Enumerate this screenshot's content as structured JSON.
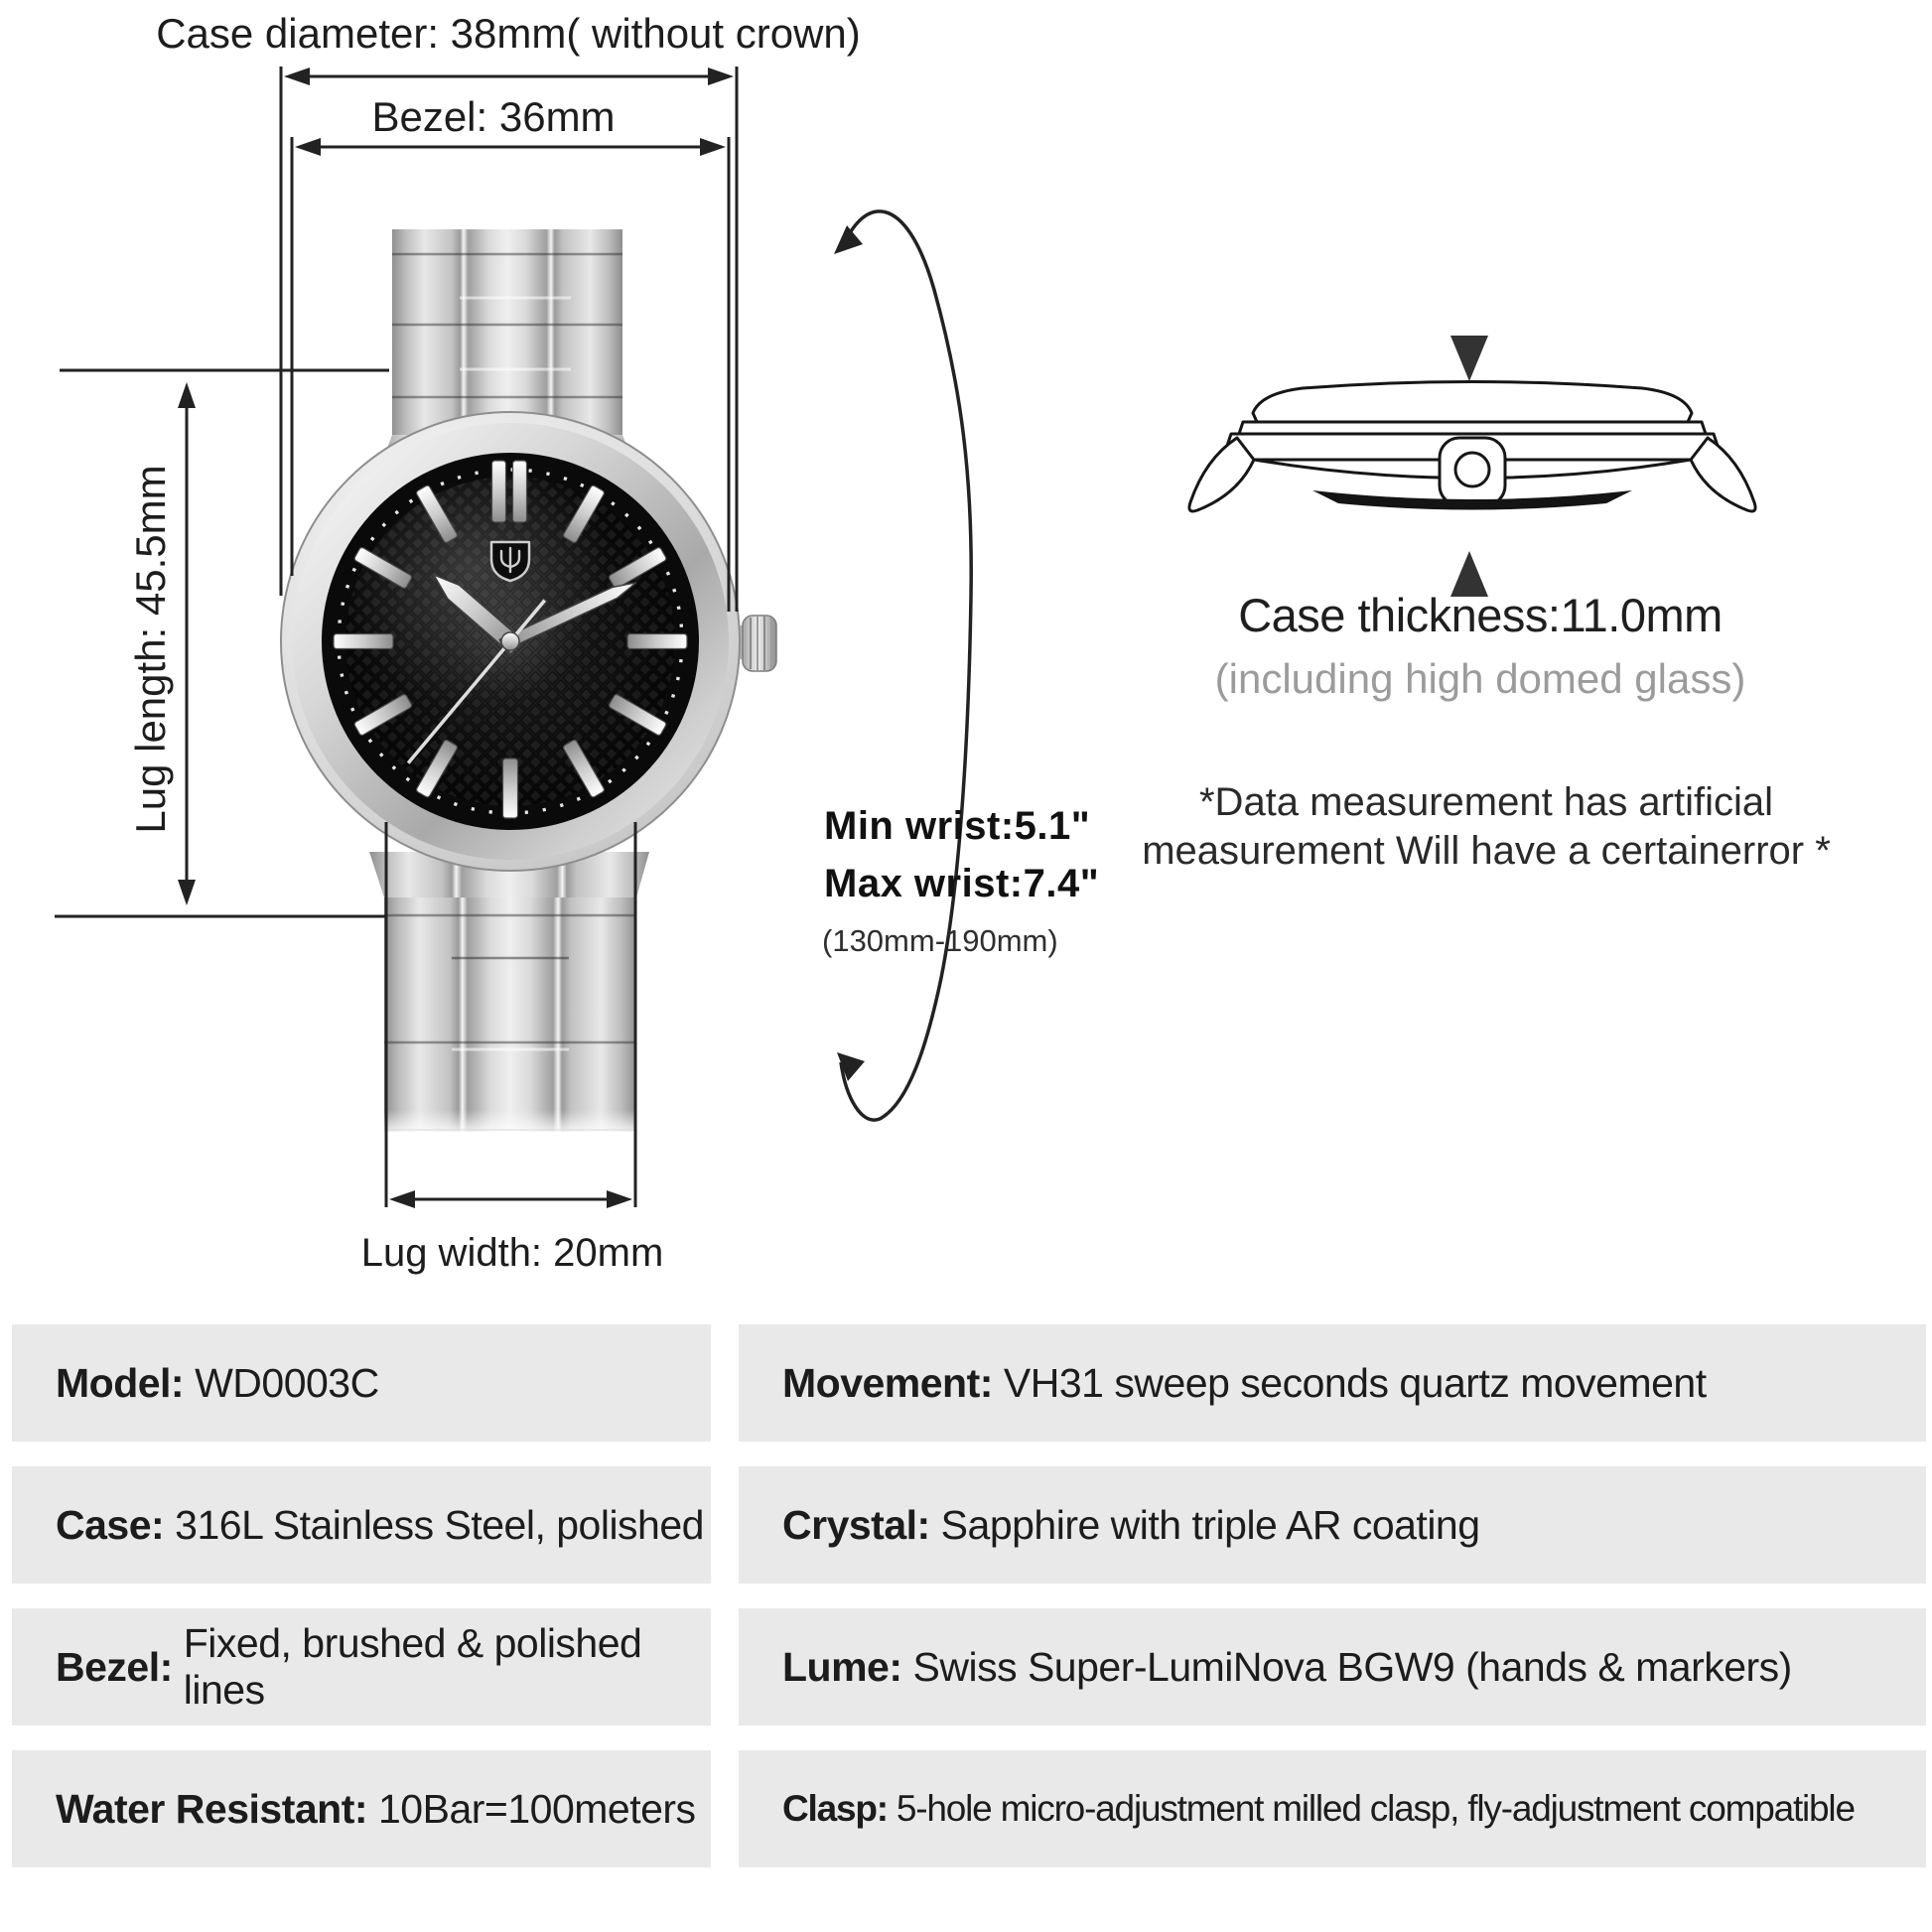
{
  "page": {
    "background": "#ffffff",
    "text_color": "#1c1c1c",
    "muted_color": "#9b9b9b",
    "table_row_bg": "#e9e9e9",
    "line_color": "#222222"
  },
  "annotations": {
    "case_diameter": "Case diameter: 38mm( without crown)",
    "bezel": "Bezel: 36mm",
    "lug_length": "Lug length: 45.5mm",
    "lug_width": "Lug width: 20mm",
    "min_wrist": "Min wrist:5.1\"",
    "max_wrist": "Max wrist:7.4\"",
    "wrist_range": "(130mm-190mm)",
    "case_thickness": "Case thickness:11.0mm",
    "thickness_sub": "(including high domed glass)",
    "note_line1": "*Data measurement has artificial",
    "note_line2": "measurement Will have a certainerror *"
  },
  "spec_table": {
    "left": [
      {
        "label": "Model:",
        "value": "WD0003C"
      },
      {
        "label": "Case:",
        "value": "316L Stainless Steel, polished"
      },
      {
        "label": "Bezel:",
        "value": "Fixed, brushed & polished lines"
      },
      {
        "label": "Water Resistant:",
        "value": "10Bar=100meters"
      }
    ],
    "right": [
      {
        "label": "Movement:",
        "value": "VH31 sweep seconds quartz movement"
      },
      {
        "label": "Crystal:",
        "value": "Sapphire with triple AR coating"
      },
      {
        "label": "Lume:",
        "value": "Swiss Super-LumiNova BGW9 (hands & markers)"
      },
      {
        "label": "Clasp:",
        "value": "5-hole micro-adjustment milled clasp, fly-adjustment compatible"
      }
    ]
  }
}
